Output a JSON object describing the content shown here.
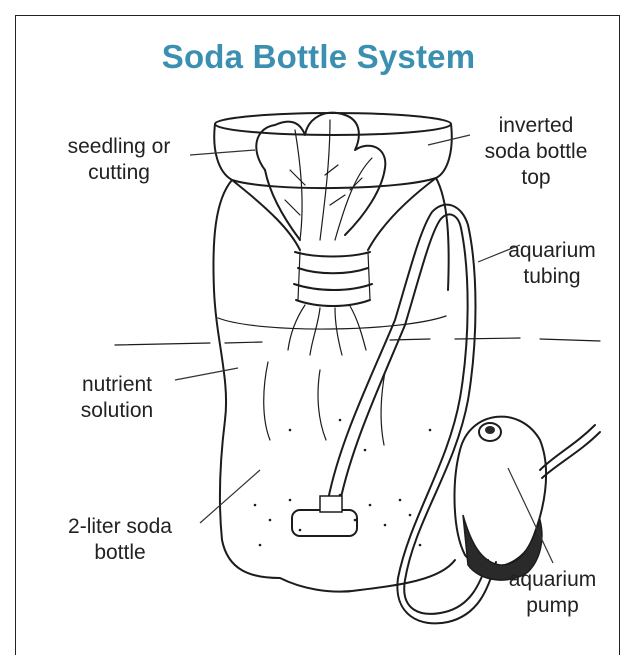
{
  "title": "Soda Bottle System",
  "colors": {
    "title": "#3b8fb0",
    "ink": "#1c1c1c",
    "frame": "#222222"
  },
  "labels": {
    "seedling": [
      "seedling or",
      "cutting"
    ],
    "inverted_top": [
      "inverted",
      "soda bottle",
      "top"
    ],
    "tubing": [
      "aquarium",
      "tubing"
    ],
    "nutrient": [
      "nutrient",
      "solution"
    ],
    "bottle": [
      "2-liter soda",
      "bottle"
    ],
    "pump": [
      "aquarium",
      "pump"
    ]
  }
}
